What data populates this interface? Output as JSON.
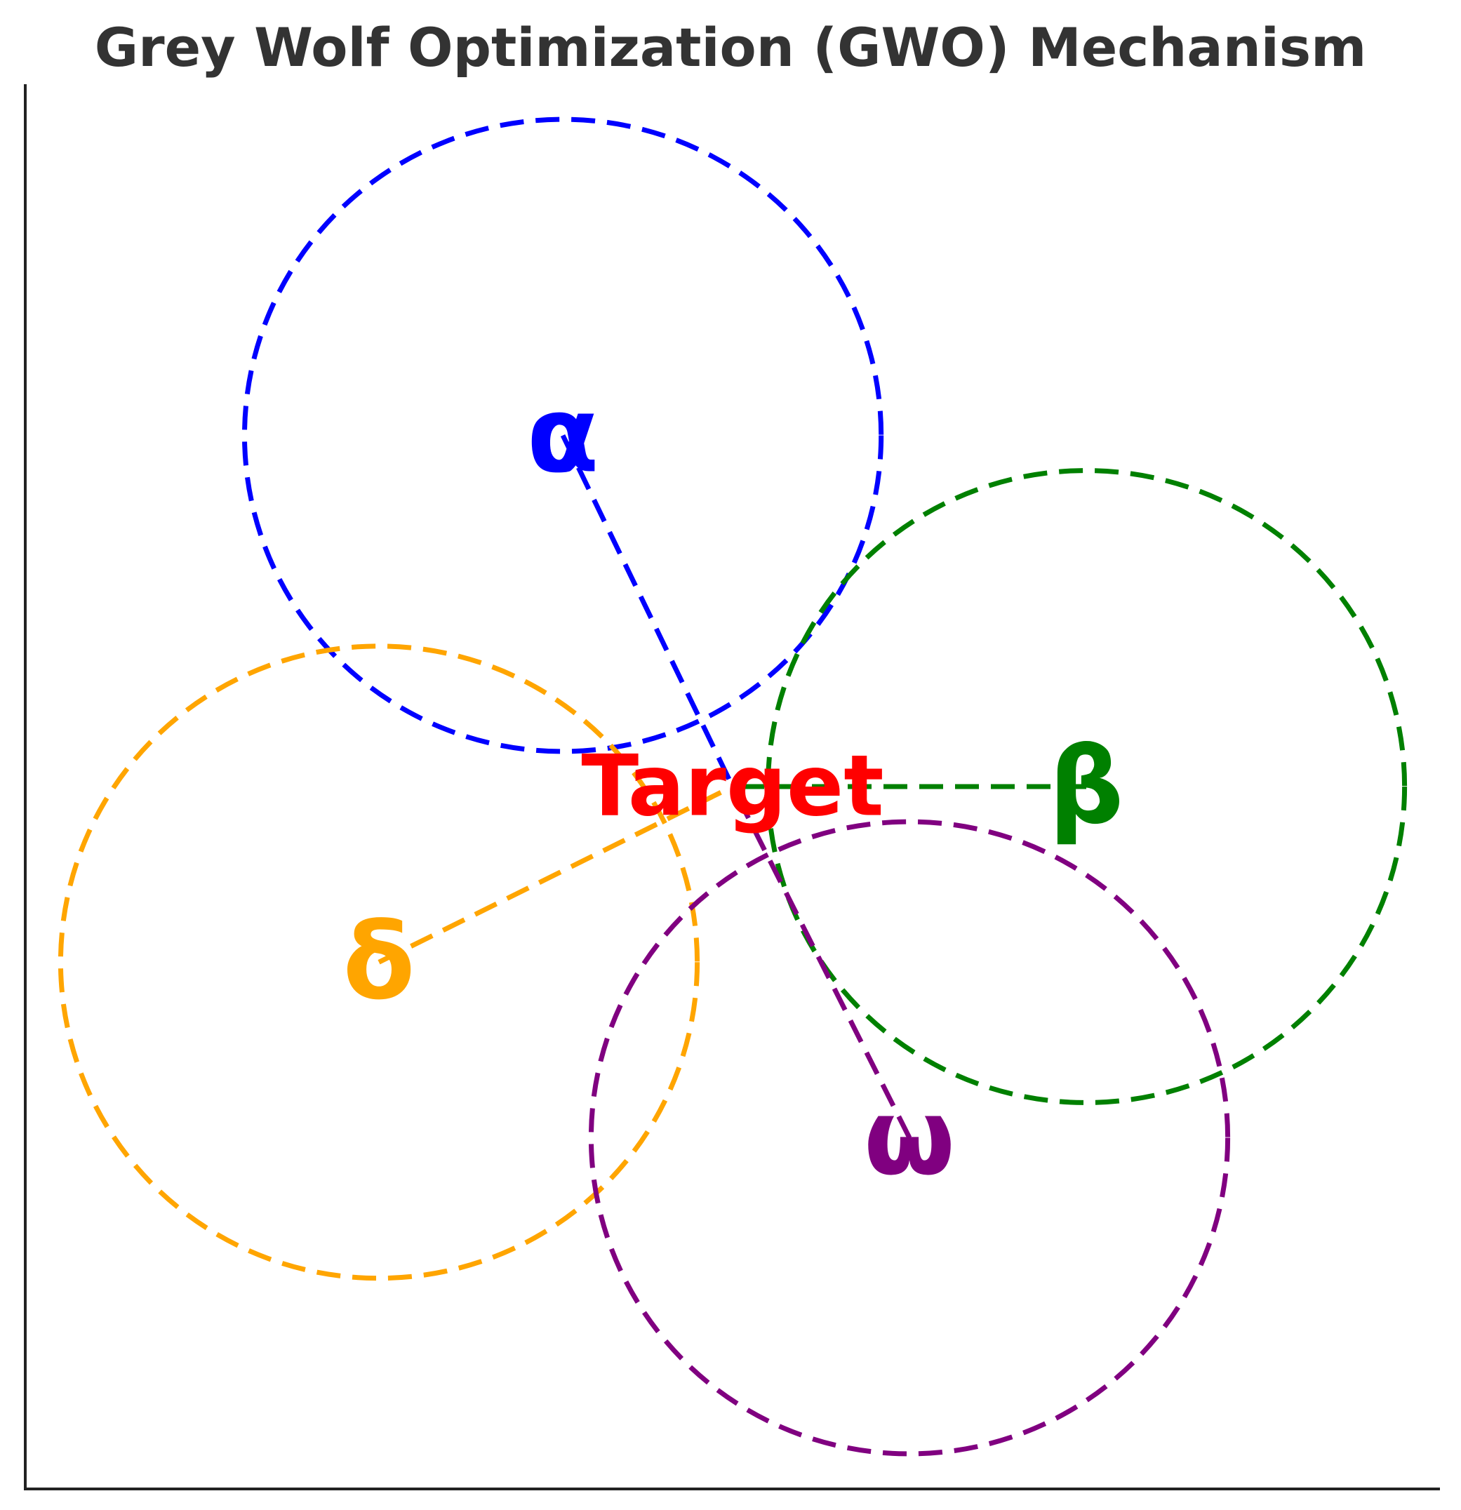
{
  "title": "Grey Wolf Optimization (GWO) Mechanism",
  "colors": {
    "title": "#333333",
    "axis": "#222222",
    "target": "#ff0000"
  },
  "target": {
    "label": "Target",
    "x": 5,
    "y": 5
  },
  "chart_data": {
    "type": "scatter",
    "xlim": [
      0,
      10
    ],
    "ylim": [
      0,
      10
    ],
    "grid": false,
    "axes_visible": [
      "left",
      "bottom"
    ],
    "wolves": [
      {
        "label": "α",
        "x": 3.8,
        "y": 7.5,
        "radius": 2.25,
        "color": "#0000ff"
      },
      {
        "label": "β",
        "x": 7.5,
        "y": 5.0,
        "radius": 2.25,
        "color": "#008000"
      },
      {
        "label": "δ",
        "x": 2.5,
        "y": 3.75,
        "radius": 2.25,
        "color": "#ffa500"
      },
      {
        "label": "ω",
        "x": 6.25,
        "y": 2.5,
        "radius": 2.25,
        "color": "#800080"
      }
    ]
  }
}
